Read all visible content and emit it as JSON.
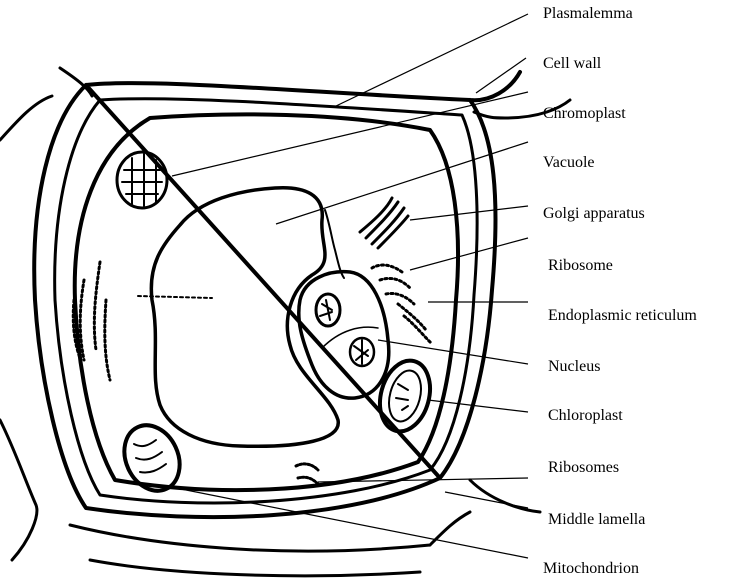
{
  "labels": {
    "plasmalemma": "Plasmalemma",
    "cell_wall": "Cell wall",
    "chromoplast": "Chromoplast",
    "vacuole": "Vacuole",
    "golgi": "Golgi apparatus",
    "ribosome": "Ribosome",
    "er": "Endoplasmic reticulum",
    "nucleus": "Nucleus",
    "chloroplast": "Chloroplast",
    "ribosomes": "Ribosomes",
    "middle_lamella": "Middle lamella",
    "mitochondrion": "Mitochondrion"
  }
}
